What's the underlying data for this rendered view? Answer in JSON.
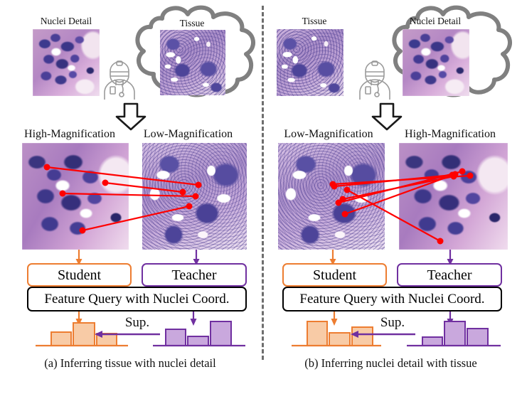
{
  "figure": {
    "title": "Cross-magnification student-teacher nuclei correspondence framework",
    "colors": {
      "student_orange": "#ED7D31",
      "teacher_purple": "#7030A0",
      "correspondence_red": "#FF0000",
      "cloud_gray": "#808080",
      "box_black": "#000000",
      "student_bar_fill": "#F8CBA6",
      "teacher_bar_fill": "#C9A8DD"
    }
  },
  "panel_a": {
    "id": "a",
    "caption": "(a) Inferring tissue with nuclei detail",
    "thought": {
      "observed_label": "Nuclei Detail",
      "imagined_label": "Tissue",
      "observed_icon": "histology-tile-nuclei-detail",
      "imagined_icon": "histology-tile-tissue",
      "cloud_icon": "thought-cloud-icon",
      "person_icon": "pathologist-icon",
      "down_arrow_icon": "block-down-arrow-icon"
    },
    "magnification": {
      "left_label": "High-Magnification",
      "right_label": "Low-Magnification",
      "left_icon": "histology-tile-high-magnification",
      "right_icon": "histology-tile-low-magnification",
      "correspondence_icon": "nuclei-correspondence-lines"
    },
    "branches": {
      "student_label": "Student",
      "teacher_label": "Teacher",
      "query_label": "Feature Query with Nuclei Coord."
    },
    "supervision": {
      "label": "Sup.",
      "arrow_icon": "supervision-arrow-left-icon"
    },
    "chart_data": [
      {
        "type": "bar",
        "name": "student-distribution",
        "role": "student",
        "color": "#ED7D31",
        "fill": "#F8CBA6",
        "categories": [
          "1",
          "2",
          "3"
        ],
        "values": [
          0.45,
          1.0,
          0.42
        ],
        "ylim": [
          0,
          1.1
        ],
        "title": "",
        "xlabel": "",
        "ylabel": "",
        "grid": false,
        "legend": false
      },
      {
        "type": "bar",
        "name": "teacher-distribution",
        "role": "teacher",
        "color": "#7030A0",
        "fill": "#C9A8DD",
        "categories": [
          "1",
          "2",
          "3"
        ],
        "values": [
          0.62,
          0.33,
          1.0
        ],
        "ylim": [
          0,
          1.1
        ],
        "title": "",
        "xlabel": "",
        "ylabel": "",
        "grid": false,
        "legend": false
      }
    ]
  },
  "panel_b": {
    "id": "b",
    "caption": "(b) Inferring nuclei detail with tissue",
    "thought": {
      "observed_label": "Tissue",
      "imagined_label": "Nuclei Detail",
      "observed_icon": "histology-tile-tissue",
      "imagined_icon": "histology-tile-nuclei-detail",
      "cloud_icon": "thought-cloud-icon",
      "person_icon": "pathologist-icon",
      "down_arrow_icon": "block-down-arrow-icon"
    },
    "magnification": {
      "left_label": "Low-Magnification",
      "right_label": "High-Magnification",
      "left_icon": "histology-tile-low-magnification",
      "right_icon": "histology-tile-high-magnification",
      "correspondence_icon": "nuclei-correspondence-lines"
    },
    "branches": {
      "student_label": "Student",
      "teacher_label": "Teacher",
      "query_label": "Feature Query with Nuclei Coord."
    },
    "supervision": {
      "label": "Sup.",
      "arrow_icon": "supervision-arrow-left-icon"
    },
    "chart_data": [
      {
        "type": "bar",
        "name": "student-distribution",
        "role": "student",
        "color": "#ED7D31",
        "fill": "#F8CBA6",
        "categories": [
          "1",
          "2",
          "3"
        ],
        "values": [
          1.0,
          0.45,
          0.72
        ],
        "ylim": [
          0,
          1.1
        ],
        "title": "",
        "xlabel": "",
        "ylabel": "",
        "grid": false,
        "legend": false
      },
      {
        "type": "bar",
        "name": "teacher-distribution",
        "role": "teacher",
        "color": "#7030A0",
        "fill": "#C9A8DD",
        "categories": [
          "1",
          "2",
          "3"
        ],
        "values": [
          0.3,
          1.0,
          0.66
        ],
        "ylim": [
          0,
          1.1
        ],
        "title": "",
        "xlabel": "",
        "ylabel": "",
        "grid": false,
        "legend": false
      }
    ]
  },
  "divider": {
    "icon": "vertical-dashed-divider"
  }
}
